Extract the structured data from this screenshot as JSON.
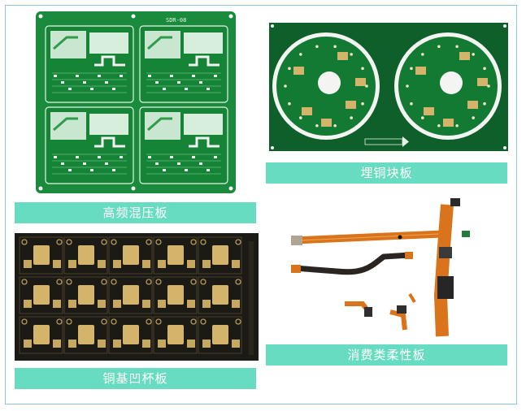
{
  "panels": [
    {
      "caption": "高频混压板",
      "board_silk": "SDR-08"
    },
    {
      "caption": "埋铜块板"
    },
    {
      "caption": "铜基凹杯板"
    },
    {
      "caption": "消费类柔性板"
    }
  ],
  "colors": {
    "caption_bg": "#68dcc0",
    "frame_border": "#8fc8dc",
    "pcb_green": "#1a8a3c",
    "pcb_dark_green": "#0e5f2a",
    "copper_gold": "#d4b46a",
    "flex_orange": "#d9741c",
    "dark_substrate": "#1c1a14"
  }
}
